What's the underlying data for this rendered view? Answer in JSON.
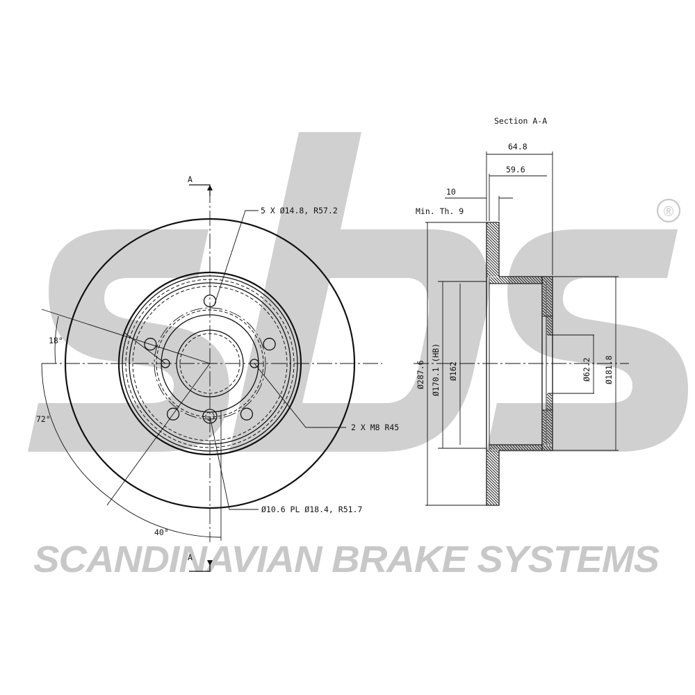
{
  "watermark": {
    "logo_text": "sbs",
    "tagline": "SCANDINAVIAN BRAKE SYSTEMS",
    "registered_mark": "®",
    "color": "#c8c8c8"
  },
  "front_view": {
    "section_mark_top": "A",
    "section_mark_bottom": "A",
    "bolt_holes_label": "5 X Ø14.8, R57.2",
    "threaded_holes_label": "2 X M8 R45",
    "pilot_label": "Ø10.6 PL Ø18.4, R51.7",
    "angle_18": "18°",
    "angle_72": "72°",
    "angle_40": "40°"
  },
  "section_view": {
    "title": "Section A-A",
    "dim_overall_height": "64.8",
    "dim_hat_depth": "59.6",
    "dim_thickness": "10",
    "min_thickness": "Min. Th. 9",
    "dia_outer": "Ø287.6",
    "dia_hb": "Ø170.1 (HB)",
    "dia_drum": "Ø162",
    "dia_center_bore": "Ø62.2",
    "dia_hat": "Ø181.8"
  }
}
